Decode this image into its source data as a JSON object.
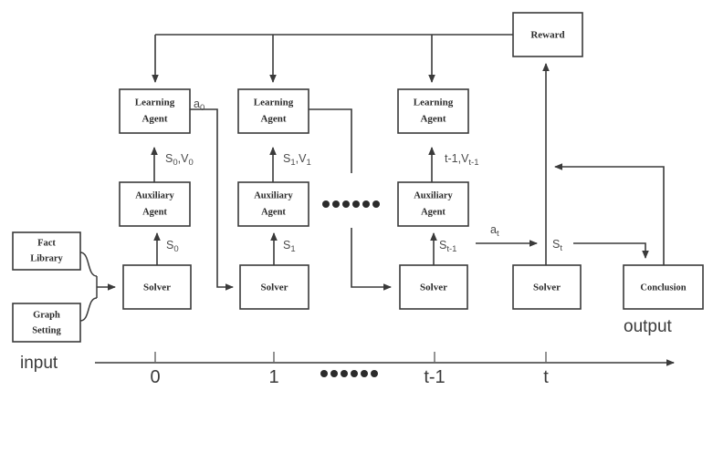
{
  "figure": {
    "type": "timeline-architecture-diagram",
    "title": "",
    "input_label": "input",
    "output_label": "output"
  },
  "inputs": [
    {
      "id": "fact-library",
      "line1": "Fact",
      "line2": "Library"
    },
    {
      "id": "graph-setting",
      "line1": "Graph",
      "line2": "Setting"
    }
  ],
  "reward": {
    "label": "Reward"
  },
  "conclusion": {
    "label": "Conclusion"
  },
  "columns": [
    {
      "step": "0",
      "learning_agent": {
        "line1": "Learning",
        "line2": "Agent"
      },
      "auxiliary_agent": {
        "line1": "Auxiliary",
        "line2": "Agent"
      },
      "solver": {
        "label": "Solver"
      },
      "state_to_aux": {
        "base": "S",
        "sub": "0"
      },
      "state_value_to_agent": {
        "base1": "S",
        "sub1": "0",
        "base2": "V",
        "sub2": "0"
      },
      "action": {
        "base": "a",
        "sub": "0"
      }
    },
    {
      "step": "1",
      "learning_agent": {
        "line1": "Learning",
        "line2": "Agent"
      },
      "auxiliary_agent": {
        "line1": "Auxiliary",
        "line2": "Agent"
      },
      "solver": {
        "label": "Solver"
      },
      "state_to_aux": {
        "base": "S",
        "sub": "1"
      },
      "state_value_to_agent": {
        "base1": "S",
        "sub1": "1",
        "base2": "V",
        "sub2": "1"
      },
      "action": {
        "base": "",
        "sub": ""
      }
    },
    {
      "step": "t-1",
      "learning_agent": {
        "line1": "Learning",
        "line2": "Agent"
      },
      "auxiliary_agent": {
        "line1": "Auxiliary",
        "line2": "Agent"
      },
      "solver": {
        "label": "Solver"
      },
      "state_to_aux": {
        "base": "S",
        "sub": "t-1"
      },
      "state_value_to_agent": {
        "base1": "",
        "sub1": "t-1",
        "base2": "V",
        "sub2": "t-1"
      },
      "action": {
        "base": "a",
        "sub": "t"
      }
    },
    {
      "step": "t",
      "learning_agent": null,
      "auxiliary_agent": null,
      "solver": {
        "label": "Solver"
      },
      "state_to_aux": {
        "base": "S",
        "sub": "t"
      },
      "state_value_to_agent": null,
      "action": null
    }
  ],
  "ellipsis": {
    "glyph": "●●●●●●",
    "count": 6
  },
  "axis": {
    "ticks": [
      "0",
      "1",
      "t-1",
      "t"
    ],
    "gap_marker": "●●●●●●",
    "arrow": "right"
  },
  "colors": {
    "stroke": "#3a3a3a",
    "text": "#2b2b2b",
    "signal_text": "#4a4a4a",
    "background": "#ffffff"
  }
}
